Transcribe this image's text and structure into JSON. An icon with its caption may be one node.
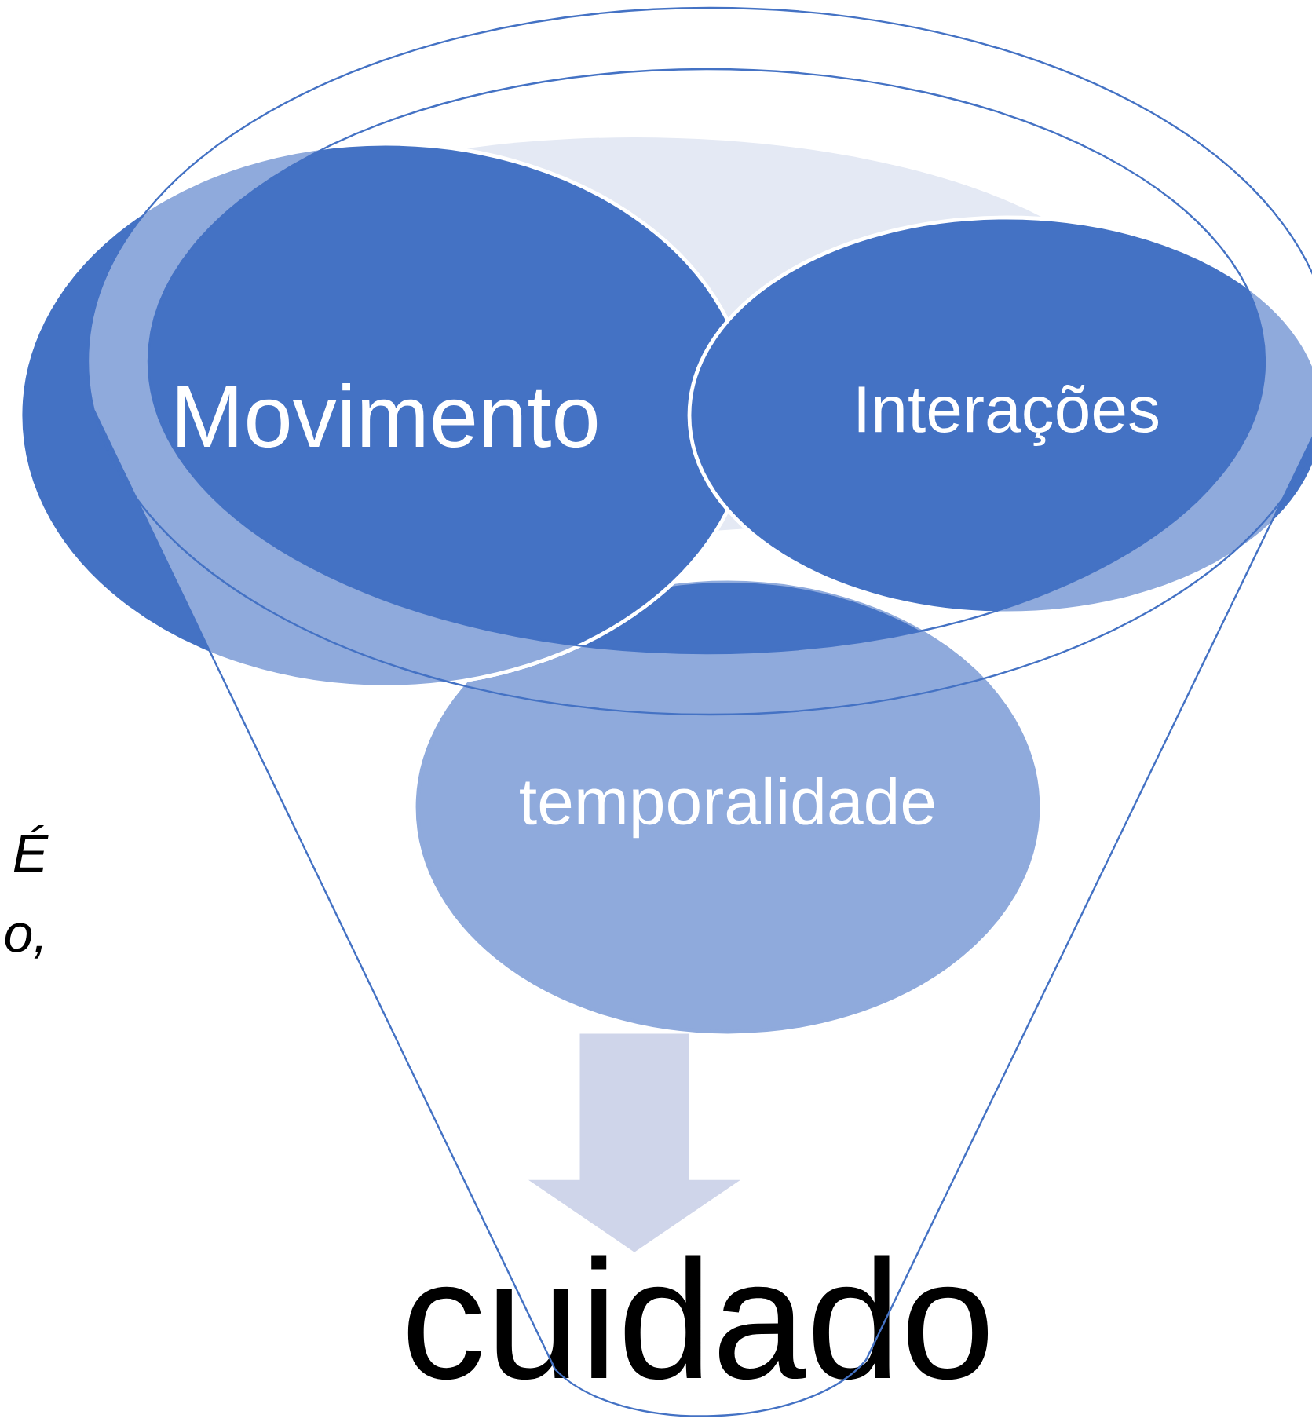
{
  "diagram": {
    "nodes": [
      {
        "text": [
          "Movimento"
        ]
      },
      {
        "text": [
          "Interações"
        ]
      },
      {
        "text": [
          "temporalidade"
        ]
      },
      {
        "text": [
          "cuidado"
        ]
      }
    ],
    "edges": [
      {
        "from": 2,
        "to": 3,
        "arrow": "to",
        "style": "thick",
        "color": "#cfd5ea"
      }
    ],
    "labels": [
      "É",
      "o,"
    ]
  }
}
